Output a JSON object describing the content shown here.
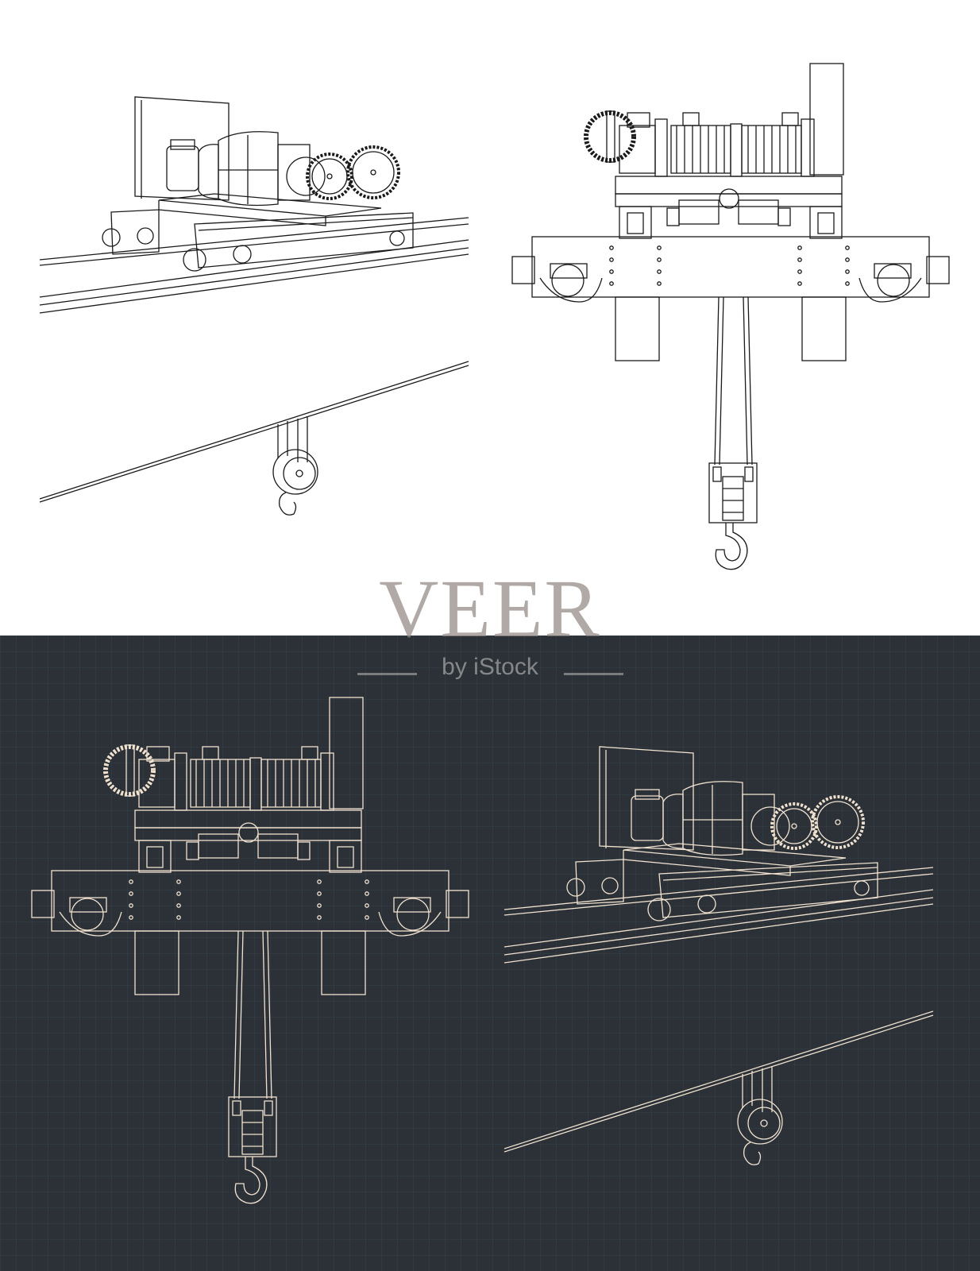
{
  "watermark": {
    "brand": "VEER",
    "tagline": "by iStock"
  },
  "colors": {
    "paper": "#ffffff",
    "ink": "#1a1a1a",
    "blueprint_bg": "#2b3137",
    "blueprint_grid": "#36414a",
    "blueprint_line": "#f1e2d0",
    "drum_fill": "#e9d3bd"
  },
  "icons": {
    "views": [
      "crane-trolley-perspective-view",
      "crane-trolley-front-view",
      "crane-trolley-front-view-blueprint",
      "crane-trolley-perspective-view-blueprint"
    ]
  }
}
